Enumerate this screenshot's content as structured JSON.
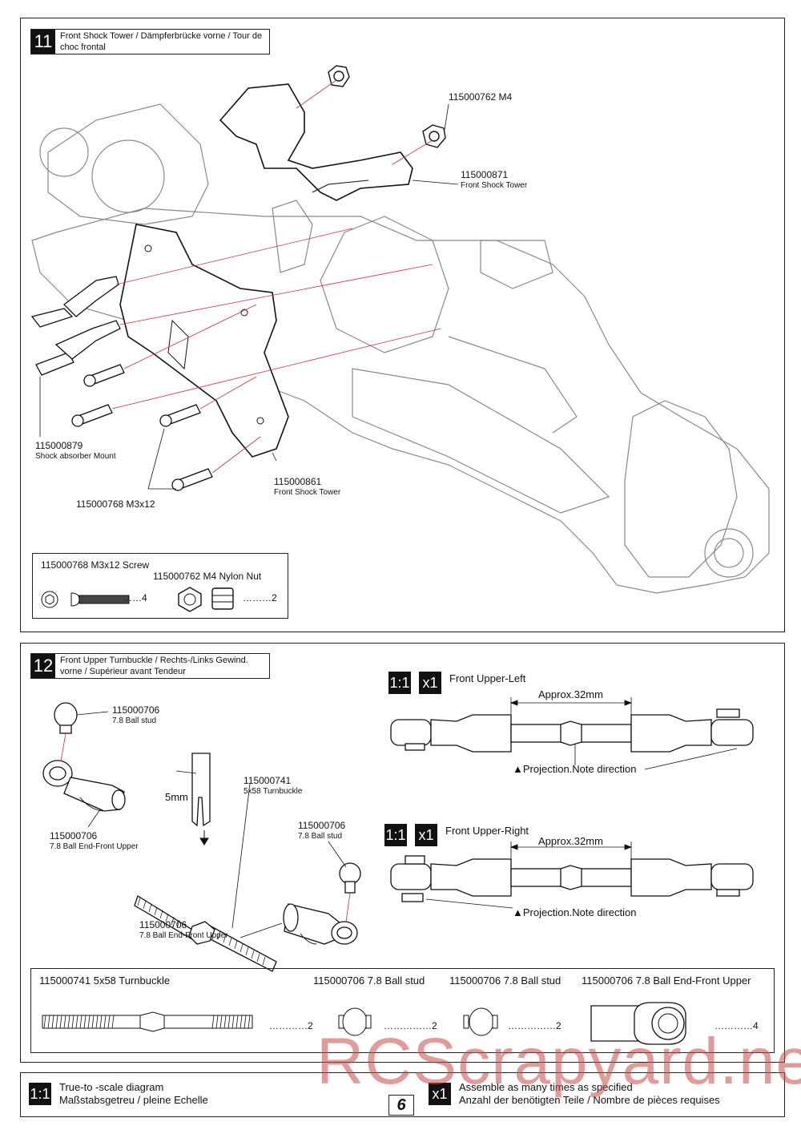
{
  "step11": {
    "number": "11",
    "title": "Front Shock Tower / Dämpferbrücke vorne / Tour de choc frontal",
    "parts": [
      {
        "code": "115000762  M4",
        "name": ""
      },
      {
        "code": "115000871",
        "name": "Front Shock Tower"
      },
      {
        "code": "115000879",
        "name": "Shock absorber Mount"
      },
      {
        "code": "115000861",
        "name": "Front Shock Tower"
      },
      {
        "code": "115000768 M3x12",
        "name": ""
      }
    ],
    "bom": [
      {
        "label": "115000768  M3x12 Screw",
        "qty": "……4"
      },
      {
        "label": "115000762  M4 Nylon Nut",
        "qty": "………2"
      }
    ]
  },
  "step12": {
    "number": "12",
    "title": "Front Upper Turnbuckle / Rechts-/Links Gewind. vorne / Supérieur avant Tendeur",
    "parts": [
      {
        "code": "115000706",
        "name": "7.8 Ball stud"
      },
      {
        "code": "115000706",
        "name": "7.8 Ball End-Front Upper"
      },
      {
        "code": "115000741",
        "name": "5x58 Turnbuckle"
      },
      {
        "code": "115000706",
        "name": "7.8 Ball stud"
      },
      {
        "code": "115000706",
        "name": "7.8 Ball End-Front Upper"
      }
    ],
    "tool": "5mm",
    "left": {
      "scale": "1:1",
      "count": "x1",
      "title": "Front Upper-Left",
      "length": "Approx.32mm",
      "note": "▲Projection.Note direction"
    },
    "right": {
      "scale": "1:1",
      "count": "x1",
      "title": "Front Upper-Right",
      "length": "Approx.32mm",
      "note": "▲Projection.Note direction"
    },
    "bom": [
      {
        "label": "115000741  5x58 Turnbuckle",
        "qty": "…………2"
      },
      {
        "label": "115000706  7.8 Ball stud",
        "qty": "……………2"
      },
      {
        "label": "115000706  7.8 Ball stud",
        "qty": "……………2"
      },
      {
        "label": "115000706  7.8 Ball End-Front Upper",
        "qty": "…………4"
      }
    ]
  },
  "legend": {
    "scale_icon": "1:1",
    "scale_text_en": "True-to -scale diagram",
    "scale_text_de": "Maßstabsgetreu / pleine Echelle",
    "count_icon": "x1",
    "count_text_en": "Assemble as many times as specified",
    "count_text_de": "Anzahl der benötigten Teile / Nombre de pièces requises"
  },
  "page_number": "6",
  "watermark": "RCScrapyard.net"
}
